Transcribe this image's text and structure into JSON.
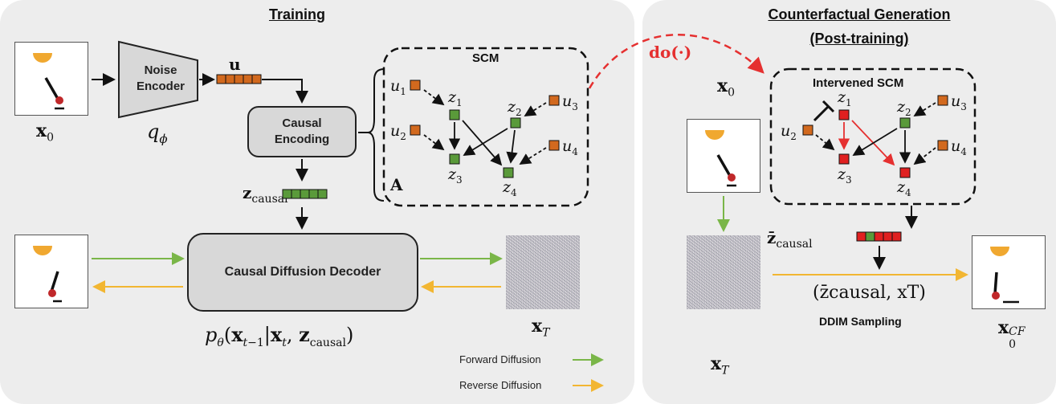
{
  "training": {
    "title": "Training",
    "noise_encoder": "Noise\nEncoder",
    "q_phi": "q",
    "q_phi_sub": "ϕ",
    "u_label": "u",
    "causal_encoding": "Causal\nEncoding",
    "z_causal": "z",
    "z_causal_sub": "causal",
    "x0": "x",
    "x0_sub": "0",
    "decoder": "Causal Diffusion Decoder",
    "p_theta": "p",
    "p_theta_rest": "(x",
    "xT": "x",
    "xT_sub": "T",
    "scm_label": "SCM",
    "A_label": "A",
    "legend_forward": "Forward Diffusion",
    "legend_reverse": "Reverse Diffusion"
  },
  "scm_nodes": {
    "u1": "u",
    "u2": "u",
    "u3": "u",
    "u4": "u",
    "z1": "z",
    "z2": "z",
    "z3": "z",
    "z4": "z"
  },
  "counterfactual": {
    "title": "Counterfactual Generation",
    "subtitle": "(Post-training)",
    "do_label": "do(·)",
    "intervened_scm": "Intervened SCM",
    "x0": "x",
    "x0_sub": "0",
    "xT": "x",
    "xT_sub": "T",
    "zbar": "z̄",
    "zbar_sub": "causal",
    "pair_label": "(z̄causal, xT)",
    "ddim": "DDIM Sampling",
    "x0cf": "x",
    "x0cf_sub": "0",
    "x0cf_sup": "CF"
  },
  "colors": {
    "panel": "#ededed",
    "orange_node": "#d2691e",
    "green_node": "#5a9a3a",
    "red_node": "#e02020",
    "forward_arrow": "#7ab648",
    "reverse_arrow": "#f2b632",
    "do_arrow": "#e53030",
    "pendulum_light": "#f0a830",
    "pendulum_ball": "#c0282a"
  }
}
